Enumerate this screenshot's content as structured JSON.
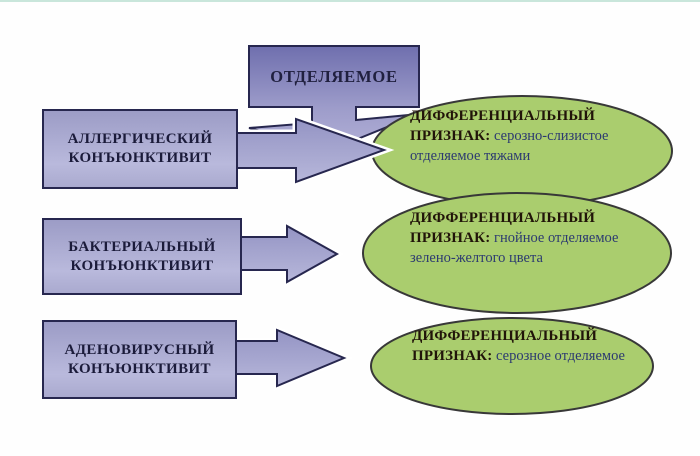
{
  "top_callout": {
    "label": "ОТДЕЛЯЕМОЕ"
  },
  "rows": [
    {
      "box_line1": "АЛЛЕРГИЧЕСКИЙ",
      "box_line2": "КОНЪЮНКТИВИТ",
      "sign_heading": "ДИФФЕРЕНЦИАЛЬНЫЙ ПРИЗНАК:",
      "sign_detail": "серозно-слизистое отделяемое тяжами"
    },
    {
      "box_line1": "БАКТЕРИАЛЬНЫЙ",
      "box_line2": "КОНЪЮНКТИВИТ",
      "sign_heading": "ДИФФЕРЕНЦИАЛЬНЫЙ ПРИЗНАК:",
      "sign_detail": "гнойное отделяемое зелено-желтого цвета"
    },
    {
      "box_line1": "АДЕНОВИРУСНЫЙ",
      "box_line2": "КОНЪЮНКТИВИТ",
      "sign_heading": "ДИФФЕРЕНЦИАЛЬНЫЙ ПРИЗНАК:",
      "sign_detail": "серозное отделяемое"
    }
  ],
  "colors": {
    "box_border": "#27274f",
    "box_fill_light": "#b9b9dc",
    "box_fill_dark": "#9c9cc6",
    "callout_fill_top": "#6f6fae",
    "callout_fill_bottom": "#b1afd6",
    "arrow_fill_top": "#9494c4",
    "arrow_fill_bottom": "#b7b7da",
    "ellipse_fill": "#aacd6e",
    "ellipse_border": "#383838",
    "heading_text": "#211409",
    "detail_text": "#2c3a70",
    "box_text": "#1b1b3a",
    "top_line": "#bfe2d5"
  }
}
